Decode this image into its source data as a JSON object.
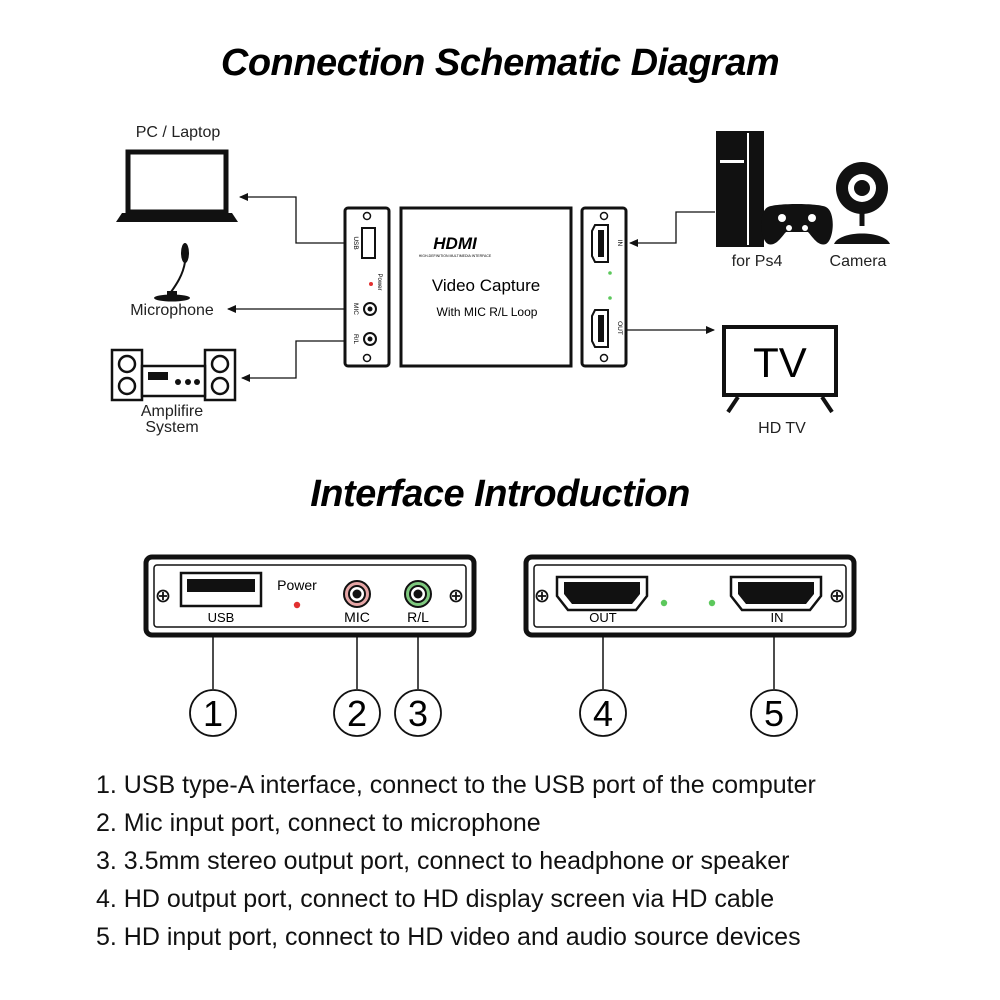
{
  "titles": {
    "schematic": "Connection Schematic Diagram",
    "interface": "Interface Introduction"
  },
  "devices": {
    "pc": "PC / Laptop",
    "microphone": "Microphone",
    "amp_line1": "Amplifire",
    "amp_line2": "System",
    "ps4": "for Ps4",
    "camera": "Camera",
    "tv_screen": "TV",
    "tv": "HD TV"
  },
  "capture_box": {
    "logo": "HDMI",
    "logo_sub": "HIGH-DEFINITION MULTIMEDIA INTERFACE",
    "title": "Video Capture",
    "subtitle": "With MIC R/L Loop",
    "left_labels": [
      "USB",
      "Power",
      "MIC",
      "R/L"
    ],
    "right_labels": [
      "IN",
      "OUT"
    ]
  },
  "panel_left": {
    "usb": "USB",
    "power": "Power",
    "mic": "MIC",
    "rl": "R/L"
  },
  "panel_right": {
    "out": "OUT",
    "in": "IN"
  },
  "callouts": [
    "1",
    "2",
    "3",
    "4",
    "5"
  ],
  "descriptions": [
    "1. USB type-A interface, connect to the USB port of the computer",
    "2. Mic input port, connect to microphone",
    "3. 3.5mm stereo output port, connect to headphone or speaker",
    "4. HD output port, connect to HD display screen via HD cable",
    "5. HD input port, connect to HD video and audio source devices"
  ],
  "colors": {
    "ink": "#000000",
    "power_led": "#e23030",
    "status_led": "#5cc85c",
    "mic_ring": "#e6a6a6",
    "rl_ring": "#7fc97f"
  }
}
